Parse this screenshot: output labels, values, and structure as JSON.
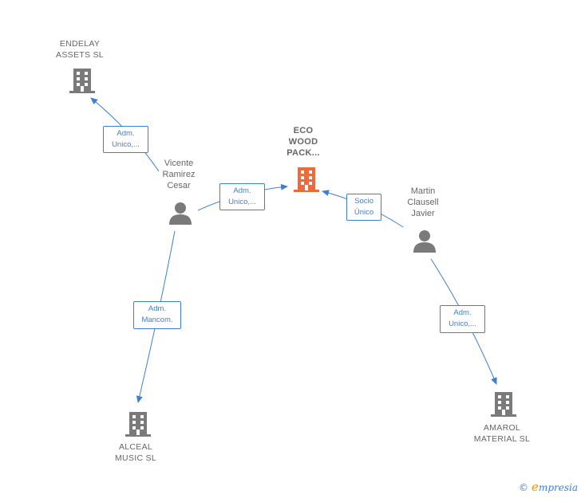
{
  "colors": {
    "edge": "#3c7fd6",
    "node_gray": "#7a7a7a",
    "node_focus": "#ef6a3a"
  },
  "nodes": {
    "endelay": {
      "label": "ENDELAY\nASSETS  SL",
      "icon": "building-icon"
    },
    "eco": {
      "label": "ECO\nWOOD\nPACK...",
      "icon": "building-icon"
    },
    "vicente": {
      "label": "Vicente\nRamirez\nCesar",
      "icon": "person-icon"
    },
    "martin": {
      "label": "Martin\nClausell\nJavier",
      "icon": "person-icon"
    },
    "alceal": {
      "label": "ALCEAL\nMUSIC  SL",
      "icon": "building-icon"
    },
    "amarol": {
      "label": "AMAROL\nMATERIAL  SL",
      "icon": "building-icon"
    }
  },
  "edges": {
    "vicente_endelay": "Adm.\nUnico,...",
    "vicente_eco": "Adm.\nUnico,...",
    "martin_eco": "Socio\nÚnico",
    "vicente_alceal": "Adm.\nMancom.",
    "martin_amarol": "Adm.\nUnico,..."
  },
  "footer": {
    "copyright": "©",
    "brand_initial": "e",
    "brand_rest": "mpresia"
  }
}
